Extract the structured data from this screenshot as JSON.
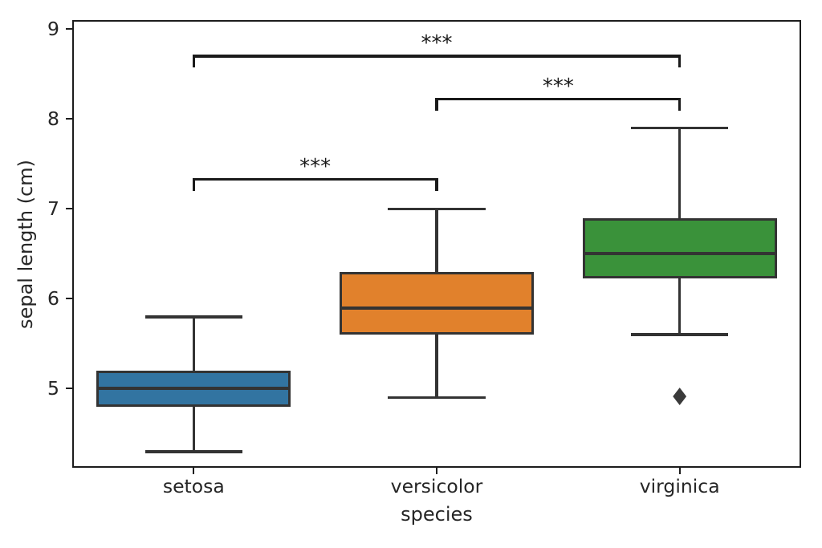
{
  "chart_data": {
    "type": "box",
    "title": "",
    "xlabel": "species",
    "ylabel": "sepal length (cm)",
    "categories": [
      "setosa",
      "versicolor",
      "virginica"
    ],
    "ylim": [
      4.12,
      9.1
    ],
    "yticks": [
      5,
      6,
      7,
      8,
      9
    ],
    "grid": false,
    "legend": "none",
    "series": [
      {
        "name": "setosa",
        "color": "#3274a1",
        "whisker_low": 4.3,
        "q1": 4.8,
        "median": 5.0,
        "q3": 5.2,
        "whisker_high": 5.8,
        "outliers": []
      },
      {
        "name": "versicolor",
        "color": "#e1812c",
        "whisker_low": 4.9,
        "q1": 5.6,
        "median": 5.9,
        "q3": 6.3,
        "whisker_high": 7.0,
        "outliers": []
      },
      {
        "name": "virginica",
        "color": "#3a923a",
        "whisker_low": 5.6,
        "q1": 6.225,
        "median": 6.5,
        "q3": 6.9,
        "whisker_high": 7.9,
        "outliers": [
          4.9
        ]
      }
    ],
    "annotations": [
      {
        "group_a": "setosa",
        "group_b": "versicolor",
        "label": "***",
        "bar_value": 7.33
      },
      {
        "group_a": "versicolor",
        "group_b": "virginica",
        "label": "***",
        "bar_value": 8.22
      },
      {
        "group_a": "setosa",
        "group_b": "virginica",
        "label": "***",
        "bar_value": 8.7
      }
    ],
    "outlier_marker": "♦",
    "colors": {
      "box_line": "#333333",
      "spine": "#1c1c1c",
      "annotation_line": "#1a1a1a",
      "background": "#ffffff"
    }
  }
}
